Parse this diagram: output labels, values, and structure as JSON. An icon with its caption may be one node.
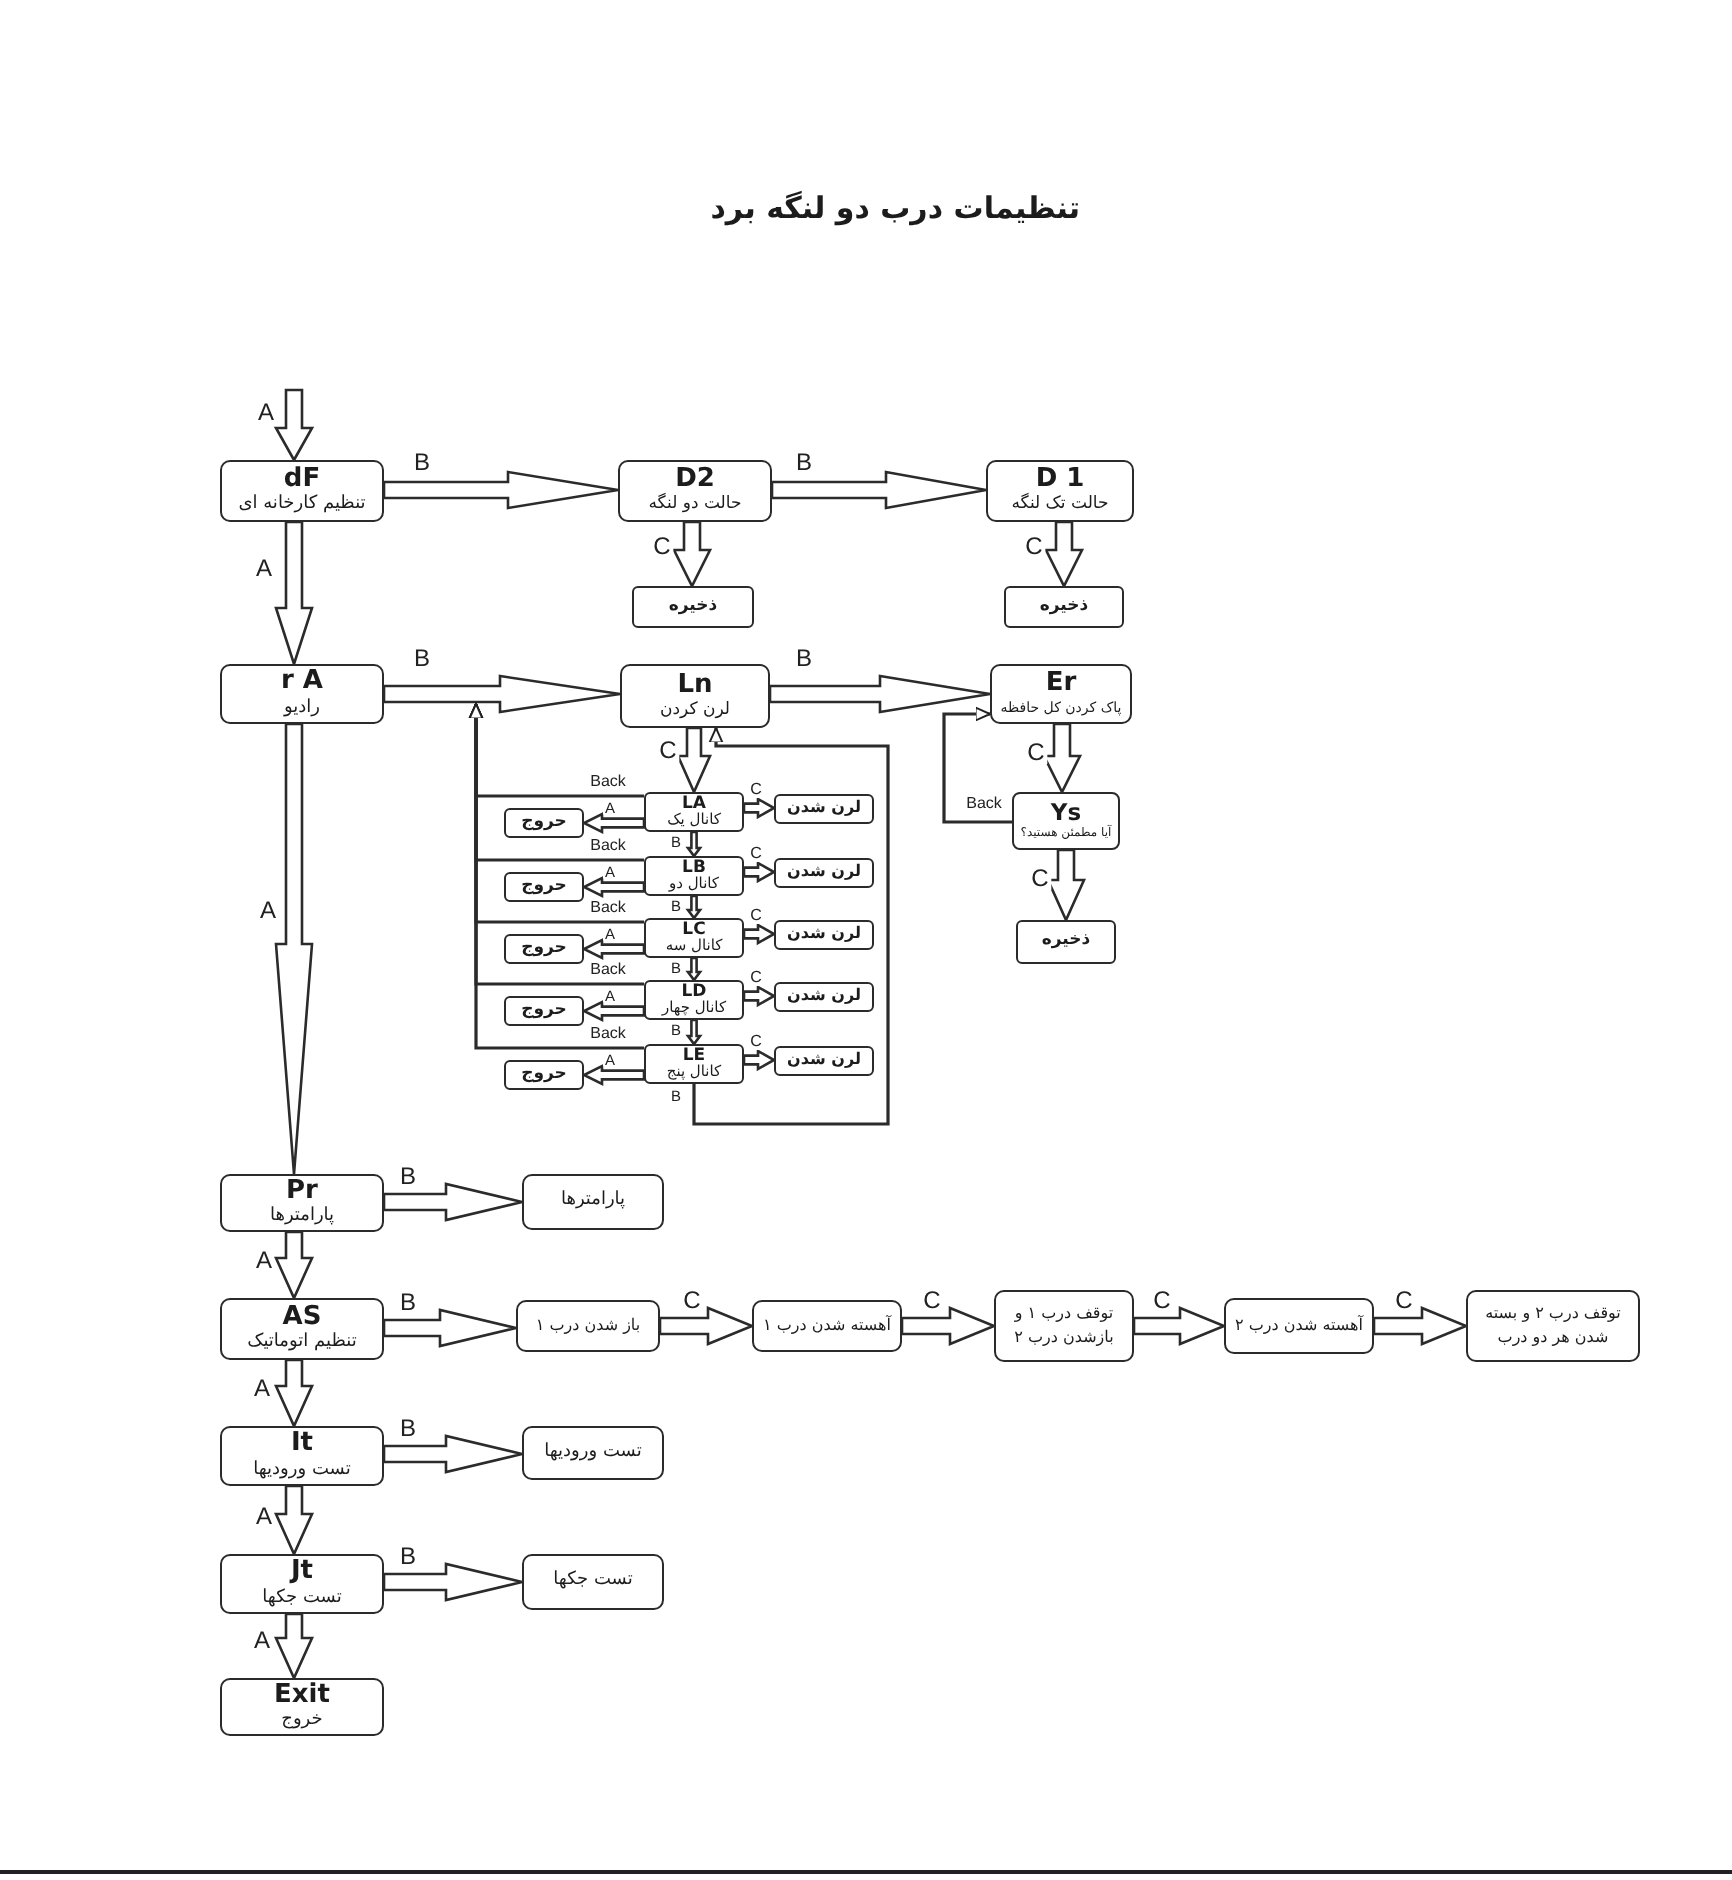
{
  "diagram": {
    "title": "تنظیمات درب دو لنگه برد",
    "nodes": [
      {
        "text": [
          "dF",
          "تنظیم کارخانه ای"
        ]
      },
      {
        "text": [
          "D2",
          "حالت دو لنگه"
        ]
      },
      {
        "text": [
          "D 1",
          "حالت تک لنگه"
        ]
      },
      {
        "text": [
          "ذخیره"
        ]
      },
      {
        "text": [
          "ذخیره"
        ]
      },
      {
        "text": [
          "r A",
          "رادیو"
        ]
      },
      {
        "text": [
          "Ln",
          "لرن کردن"
        ]
      },
      {
        "text": [
          "Er",
          "پاک کردن کل حافظه"
        ]
      },
      {
        "text": [
          "Ys",
          "آیا مطمئن هستید؟"
        ]
      },
      {
        "text": [
          "LA",
          "کانال یک"
        ]
      },
      {
        "text": [
          "لرن شدن"
        ]
      },
      {
        "text": [
          "حروج"
        ]
      },
      {
        "text": [
          "LB",
          "کانال دو"
        ]
      },
      {
        "text": [
          "لرن شدن"
        ]
      },
      {
        "text": [
          "حروج"
        ]
      },
      {
        "text": [
          "LC",
          "کانال سه"
        ]
      },
      {
        "text": [
          "لرن شدن"
        ]
      },
      {
        "text": [
          "حروج"
        ]
      },
      {
        "text": [
          "LD",
          "کانال چهار"
        ]
      },
      {
        "text": [
          "لرن شدن"
        ]
      },
      {
        "text": [
          "حروج"
        ]
      },
      {
        "text": [
          "LE",
          "کانال پنج"
        ]
      },
      {
        "text": [
          "لرن شدن"
        ]
      },
      {
        "text": [
          "حروج"
        ]
      },
      {
        "text": [
          "ذخیره"
        ]
      },
      {
        "text": [
          "Pr",
          "پارامترها"
        ]
      },
      {
        "text": [
          "پارامترها"
        ]
      },
      {
        "text": [
          "AS",
          "تنظیم اتوماتیک"
        ]
      },
      {
        "text": [
          "باز شدن درب ۱"
        ]
      },
      {
        "text": [
          "آهسته شدن درب ۱"
        ]
      },
      {
        "text": [
          "توقف درب ۱ و بازشدن درب ۲"
        ]
      },
      {
        "text": [
          "آهسته شدن درب ۲"
        ]
      },
      {
        "text": [
          "توقف درب ۲ و بسته شدن هر دو درب"
        ]
      },
      {
        "text": [
          "It",
          "تست ورودیها"
        ]
      },
      {
        "text": [
          "تست ورودیها"
        ]
      },
      {
        "text": [
          "Jt",
          "تست جکها"
        ]
      },
      {
        "text": [
          "تست جکها"
        ]
      },
      {
        "text": [
          "Exit",
          "خروج"
        ]
      }
    ],
    "edges": [
      {
        "from": null,
        "to": 0,
        "arrow": "to",
        "label": "A"
      },
      {
        "from": 0,
        "to": 1,
        "arrow": "to",
        "label": "B"
      },
      {
        "from": 1,
        "to": 2,
        "arrow": "to",
        "label": "B"
      },
      {
        "from": 1,
        "to": 3,
        "arrow": "to",
        "label": "C"
      },
      {
        "from": 2,
        "to": 4,
        "arrow": "to",
        "label": "C"
      },
      {
        "from": 0,
        "to": 5,
        "arrow": "to",
        "label": "A"
      },
      {
        "from": 5,
        "to": 6,
        "arrow": "to",
        "label": "B"
      },
      {
        "from": 6,
        "to": 7,
        "arrow": "to",
        "label": "B"
      },
      {
        "from": 6,
        "to": 9,
        "arrow": "to",
        "label": "C"
      },
      {
        "from": 9,
        "to": 10,
        "arrow": "to",
        "label": "C"
      },
      {
        "from": 9,
        "to": 11,
        "arrow": "to",
        "label": "A"
      },
      {
        "from": 9,
        "to": null,
        "arrow": "to",
        "label": "Back"
      },
      {
        "from": 9,
        "to": 12,
        "arrow": "to",
        "label": "B"
      },
      {
        "from": 12,
        "to": 13,
        "arrow": "to",
        "label": "C"
      },
      {
        "from": 12,
        "to": 14,
        "arrow": "to",
        "label": "A"
      },
      {
        "from": 12,
        "to": null,
        "arrow": "to",
        "label": "Back"
      },
      {
        "from": 12,
        "to": 15,
        "arrow": "to",
        "label": "B"
      },
      {
        "from": 15,
        "to": 16,
        "arrow": "to",
        "label": "C"
      },
      {
        "from": 15,
        "to": 17,
        "arrow": "to",
        "label": "A"
      },
      {
        "from": 15,
        "to": null,
        "arrow": "to",
        "label": "Back"
      },
      {
        "from": 15,
        "to": 18,
        "arrow": "to",
        "label": "B"
      },
      {
        "from": 18,
        "to": 19,
        "arrow": "to",
        "label": "C"
      },
      {
        "from": 18,
        "to": 20,
        "arrow": "to",
        "label": "A"
      },
      {
        "from": 18,
        "to": null,
        "arrow": "to",
        "label": "Back"
      },
      {
        "from": 18,
        "to": 21,
        "arrow": "to",
        "label": "B"
      },
      {
        "from": 21,
        "to": 22,
        "arrow": "to",
        "label": "C"
      },
      {
        "from": 21,
        "to": 23,
        "arrow": "to",
        "label": "A"
      },
      {
        "from": 21,
        "to": null,
        "arrow": "to",
        "label": "Back"
      },
      {
        "from": 21,
        "to": 6,
        "arrow": "to",
        "label": "B"
      },
      {
        "from": 7,
        "to": 8,
        "arrow": "to",
        "label": "C"
      },
      {
        "from": 8,
        "to": 24,
        "arrow": "to",
        "label": "C"
      },
      {
        "from": 8,
        "to": 7,
        "arrow": "to",
        "label": "Back"
      },
      {
        "from": 5,
        "to": 25,
        "arrow": "to",
        "label": "A"
      },
      {
        "from": 25,
        "to": 26,
        "arrow": "to",
        "label": "B"
      },
      {
        "from": 25,
        "to": 27,
        "arrow": "to",
        "label": "A"
      },
      {
        "from": 27,
        "to": 28,
        "arrow": "to",
        "label": "B"
      },
      {
        "from": 28,
        "to": 29,
        "arrow": "to",
        "label": "C"
      },
      {
        "from": 29,
        "to": 30,
        "arrow": "to",
        "label": "C"
      },
      {
        "from": 30,
        "to": 31,
        "arrow": "to",
        "label": "C"
      },
      {
        "from": 31,
        "to": 32,
        "arrow": "to",
        "label": "C"
      },
      {
        "from": 27,
        "to": 33,
        "arrow": "to",
        "label": "A"
      },
      {
        "from": 33,
        "to": 34,
        "arrow": "to",
        "label": "B"
      },
      {
        "from": 33,
        "to": 35,
        "arrow": "to",
        "label": "A"
      },
      {
        "from": 35,
        "to": 36,
        "arrow": "to",
        "label": "B"
      },
      {
        "from": 35,
        "to": 37,
        "arrow": "to",
        "label": "A"
      }
    ]
  }
}
